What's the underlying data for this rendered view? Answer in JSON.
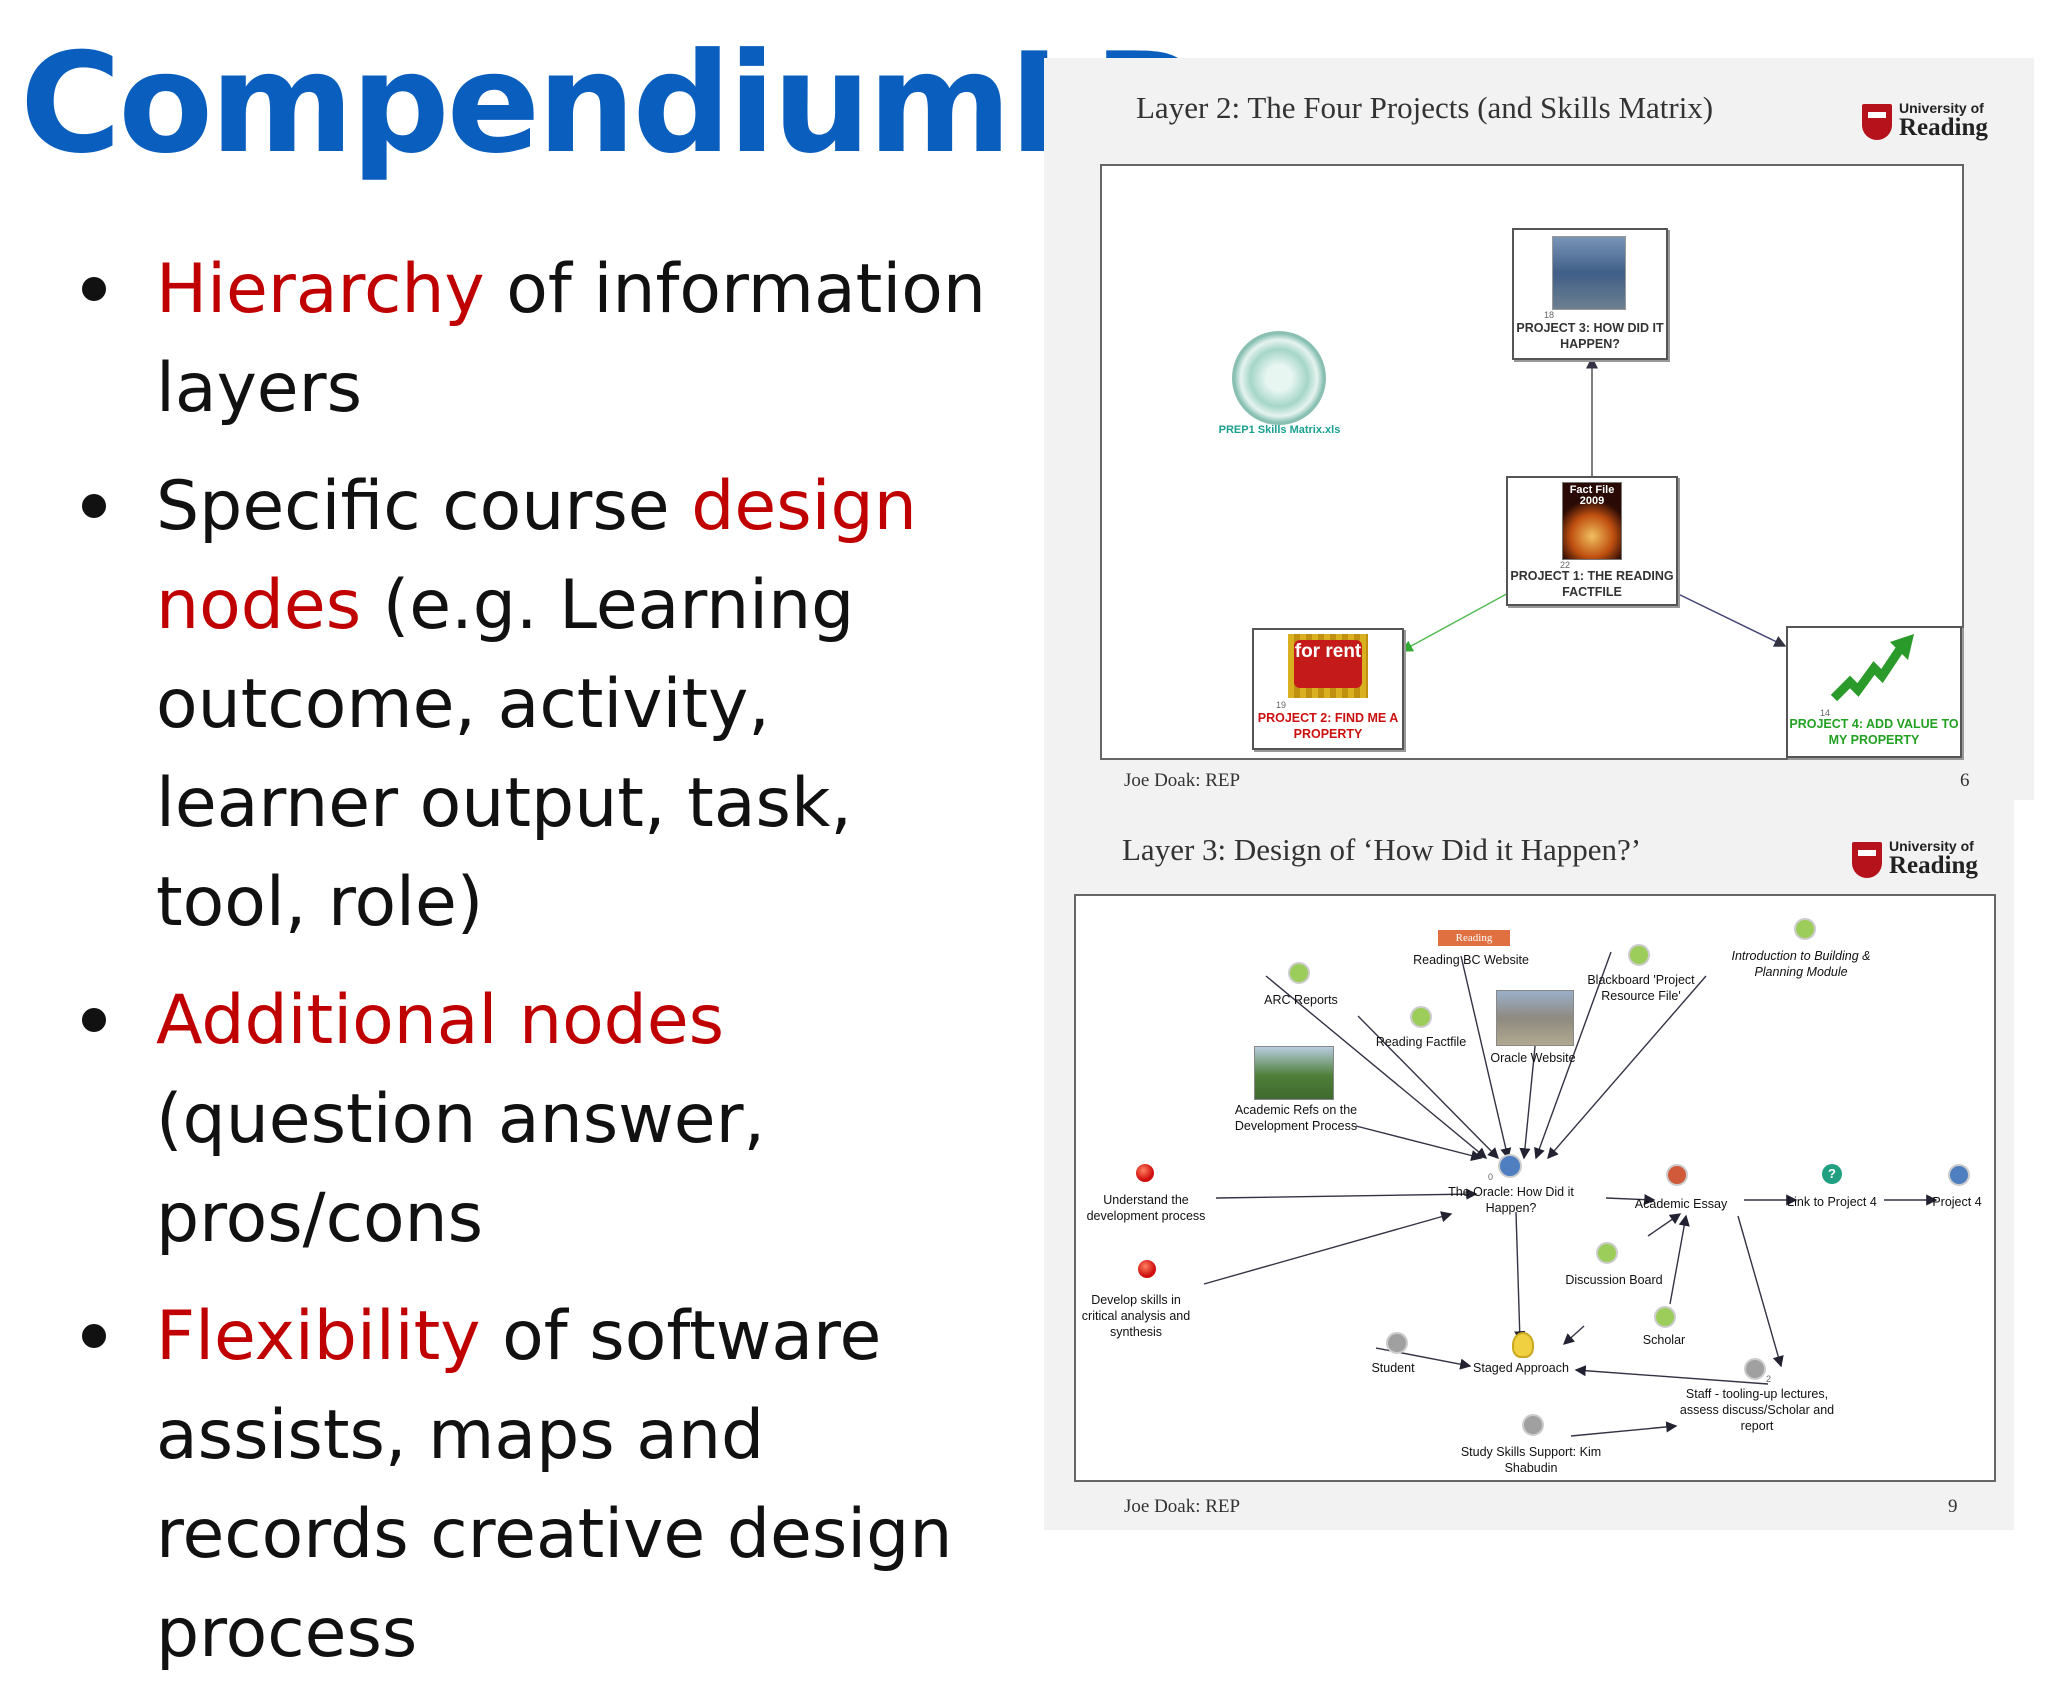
{
  "slide": {
    "title": "CompendiumLD",
    "bullets": [
      {
        "parts": [
          {
            "text": "Hierarchy",
            "highlight": true
          },
          {
            "text": " of information layers",
            "highlight": false
          }
        ]
      },
      {
        "parts": [
          {
            "text": "Specific course ",
            "highlight": false
          },
          {
            "text": "design nodes",
            "highlight": true
          },
          {
            "text": " (e.g. Learning outcome, activity, learner output, task, tool, role)",
            "highlight": false
          }
        ]
      },
      {
        "parts": [
          {
            "text": "Additional nodes",
            "highlight": true
          },
          {
            "text": " (question answer, pros/cons",
            "highlight": false
          }
        ]
      },
      {
        "parts": [
          {
            "text": "Flexibility",
            "highlight": true
          },
          {
            "text": " of software assists, maps and records creative design process",
            "highlight": false
          }
        ]
      }
    ],
    "colors": {
      "title": "#0a5ebd",
      "highlight": "#c00000",
      "text": "#111111"
    }
  },
  "panel_top": {
    "title": "Layer 2: The Four Projects (and Skills Matrix)",
    "logo_line1": "University of",
    "logo_line2": "Reading",
    "footer": "Joe Doak: REP",
    "page": "6",
    "nodes": {
      "project3": {
        "num": "18",
        "label": "PROJECT 3: HOW DID IT HAPPEN?"
      },
      "skills": {
        "label": "PREP1 Skills Matrix.xls"
      },
      "project1": {
        "num": "22",
        "label": "PROJECT 1: THE READING FACTFILE",
        "image_text": "Fact File 2009"
      },
      "project2": {
        "num": "19",
        "label": "PROJECT 2: FIND ME A PROPERTY",
        "image_text": "for rent"
      },
      "project4": {
        "num": "14",
        "label": "PROJECT 4: ADD VALUE TO MY PROPERTY"
      }
    }
  },
  "panel_bottom": {
    "title": "Layer 3: Design of ‘How Did it Happen?’",
    "logo_line1": "University of",
    "logo_line2": "Reading",
    "footer": "Joe Doak: REP",
    "page": "9",
    "nodes": {
      "reading_bc_badge": "Reading",
      "reading_bc": "Reading BC Website",
      "arc": "ARC Reports",
      "blackboard": "Blackboard 'Project Resource File'",
      "intro": "Introduction to Building & Planning Module",
      "reading_factfile": "Reading Factfile",
      "oracle_website": "Oracle Website",
      "academic_refs": "Academic Refs on the Development Process",
      "understand": "Understand the development process",
      "oracle": "The Oracle: How Did it Happen?",
      "oracle_num": "0",
      "academic_essay": "Academic Essay",
      "link_project4": "Link to Project 4",
      "project4": "Project 4",
      "develop": "Develop skills in critical analysis and synthesis",
      "discussion": "Discussion Board",
      "scholar": "Scholar",
      "student": "Student",
      "staged": "Staged Approach",
      "staff": "Staff - tooling-up lectures, assess discuss/Scholar and report",
      "staff_num": "2",
      "study_skills": "Study Skills Support: Kim Shabudin"
    }
  }
}
